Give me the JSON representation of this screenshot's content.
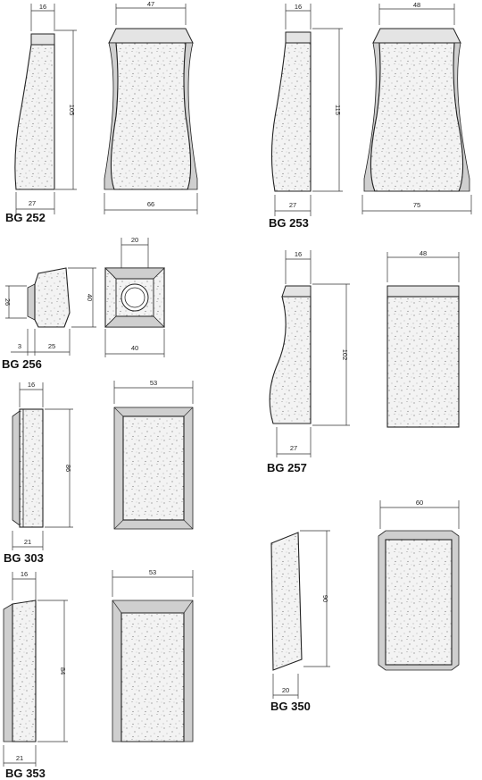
{
  "pieces": [
    {
      "code": "BG 252",
      "dims": {
        "top_side": "16",
        "width_side": "27",
        "height": "105",
        "top_front": "47",
        "width_front": "66"
      }
    },
    {
      "code": "BG 253",
      "dims": {
        "top_side": "16",
        "width_side": "27",
        "height": "115",
        "top_front": "48",
        "width_front": "75"
      }
    },
    {
      "code": "BG 256",
      "dims": {
        "small_end": "26",
        "large_end": "40",
        "lip": "3",
        "length": "25",
        "hole": "20",
        "width": "40"
      }
    },
    {
      "code": "BG 257",
      "dims": {
        "top_side": "16",
        "width_side": "27",
        "height": "102",
        "top_front": "48"
      }
    },
    {
      "code": "BG 303",
      "dims": {
        "top_side": "16",
        "width_side": "21",
        "height": "86",
        "top_front": "53"
      }
    },
    {
      "code": "BG 350",
      "dims": {
        "height": "90",
        "width_side": "20",
        "top_front": "60"
      }
    },
    {
      "code": "BG 353",
      "dims": {
        "top_side": "16",
        "width_side": "21",
        "height": "84",
        "top_front": "53"
      }
    }
  ]
}
